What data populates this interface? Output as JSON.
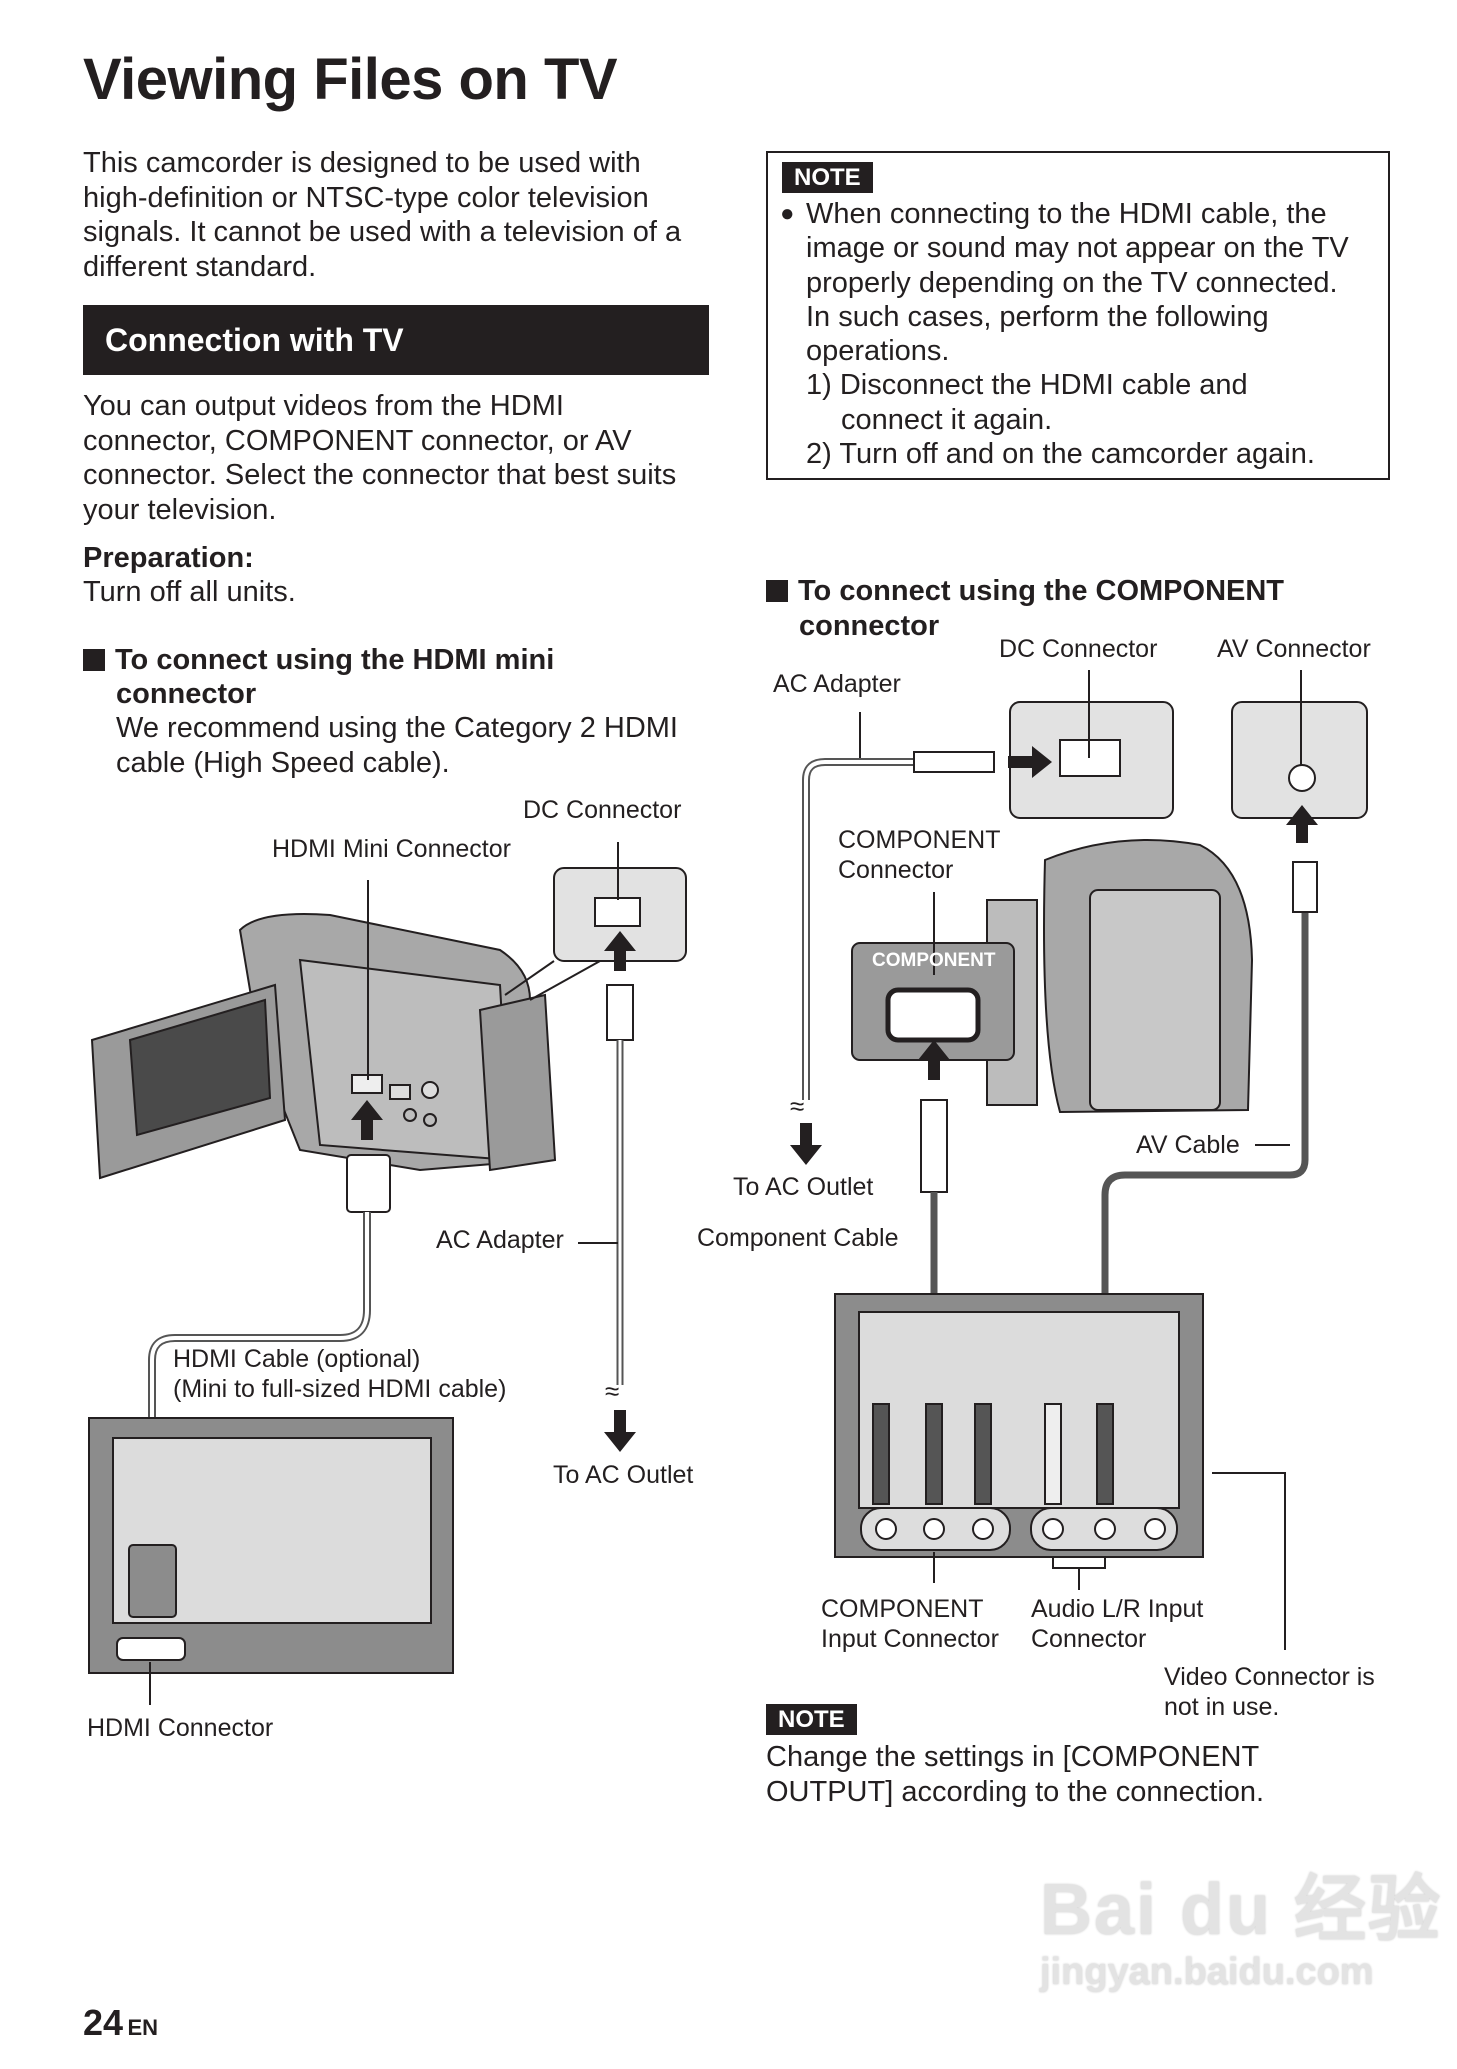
{
  "page": {
    "title": "Viewing Files on TV",
    "intro": [
      "This camcorder is designed to be used with",
      "high-definition or NTSC-type color television",
      "signals. It cannot be used with a television of a",
      "different standard."
    ],
    "section_title": "Connection with TV",
    "section_text": [
      "You can output videos from the HDMI",
      "connector, COMPONENT connector, or AV",
      "connector. Select the connector that best suits",
      "your television."
    ],
    "preparation_label": "Preparation:",
    "preparation_text": "Turn off all units.",
    "page_number": "24",
    "page_lang": "EN"
  },
  "hdmi": {
    "heading": [
      "To connect using the HDMI mini",
      "connector"
    ],
    "recommend": [
      "We recommend using the Category 2 HDMI",
      "cable (High Speed cable)."
    ],
    "labels": {
      "dc_connector": "DC Connector",
      "hdmi_mini": "HDMI Mini Connector",
      "ac_adapter": "AC Adapter",
      "cable": "HDMI Cable (optional)",
      "cable_sub": "(Mini to full-sized HDMI cable)",
      "to_ac": "To AC Outlet",
      "hdmi_connector": "HDMI Connector"
    }
  },
  "note1": {
    "badge": "NOTE",
    "bullet": "●",
    "lines": [
      "When connecting to the HDMI cable, the",
      "image or sound may not appear on the TV",
      "properly depending on the TV connected.",
      "In such cases, perform the following",
      "operations."
    ],
    "steps": [
      "1) Disconnect the HDMI cable and",
      "connect it again.",
      "2) Turn off and on the camcorder again."
    ]
  },
  "component": {
    "heading": [
      "To connect using the COMPONENT",
      "connector"
    ],
    "labels": {
      "dc_connector": "DC Connector",
      "av_connector": "AV Connector",
      "ac_adapter": "AC Adapter",
      "component_connector": [
        "COMPONENT",
        "Connector"
      ],
      "component_port": "COMPONENT",
      "av_cable": "AV Cable",
      "to_ac": "To AC Outlet",
      "component_cable": "Component Cable",
      "component_input": [
        "COMPONENT",
        "Input Connector"
      ],
      "audio_input": [
        "Audio L/R Input",
        "Connector"
      ],
      "video_unused": [
        "Video Connector is",
        "not in use."
      ]
    }
  },
  "note2": {
    "badge": "NOTE",
    "lines": [
      "Change the settings in [COMPONENT",
      "OUTPUT] according to the connection."
    ]
  },
  "watermark": {
    "brand": "Bai du 经验",
    "url": "jingyan.baidu.com"
  },
  "colors": {
    "ink": "#231f20",
    "device_gray": "#8c8c8c",
    "screen_gray": "#dcdcdc"
  }
}
